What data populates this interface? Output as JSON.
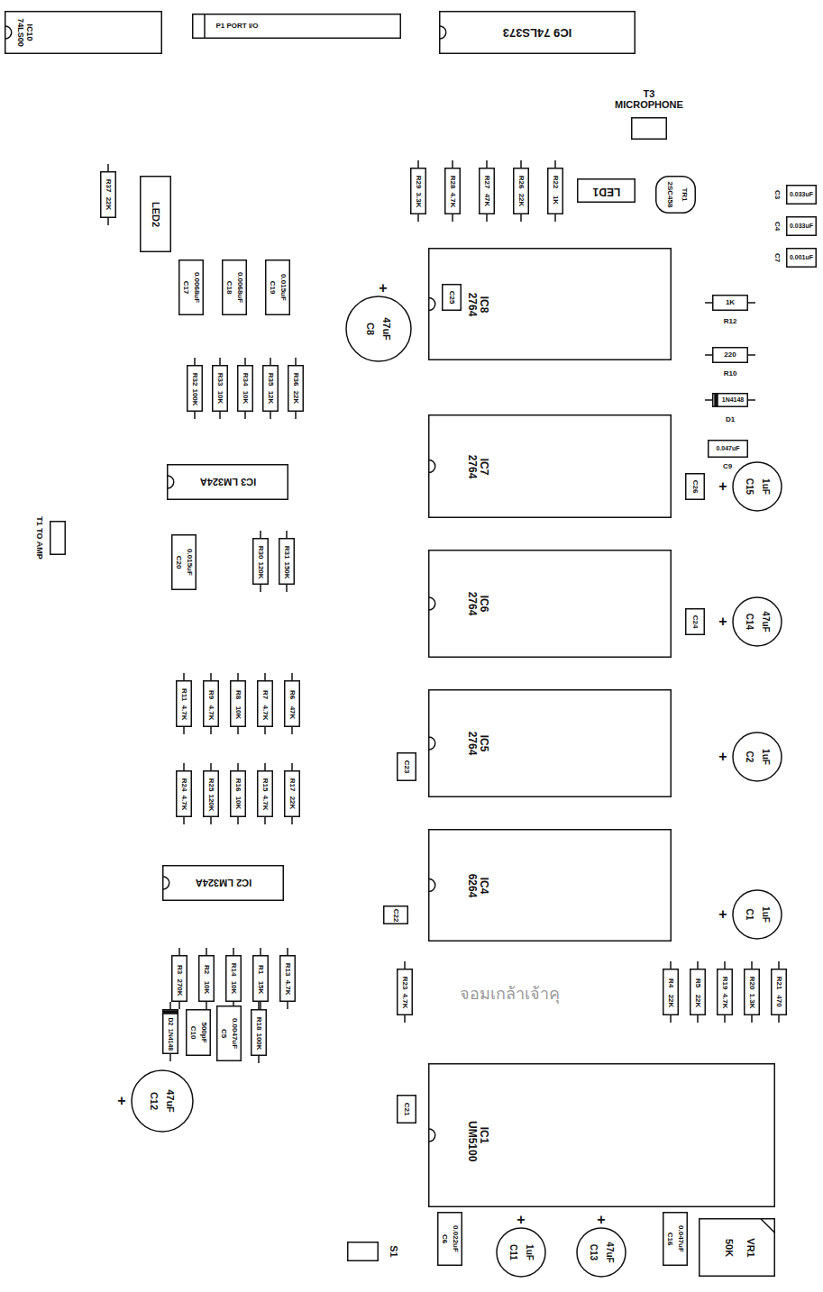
{
  "diagram": {
    "nodes": [
      {
        "text": [
          "IC10 74LS00"
        ]
      },
      {
        "text": [
          "P1 PORT I/O"
        ]
      },
      {
        "text": [
          "IC9 74LS373"
        ]
      },
      {
        "text": [
          "T3 MICROPHONE"
        ]
      },
      {
        "text": [
          "R29",
          "3.3K"
        ]
      },
      {
        "text": [
          "R28",
          "4.7K"
        ]
      },
      {
        "text": [
          "R27",
          "47K"
        ]
      },
      {
        "text": [
          "R26",
          "22K"
        ]
      },
      {
        "text": [
          "R22",
          "1K"
        ]
      },
      {
        "text": [
          "LED1"
        ]
      },
      {
        "text": [
          "2SC458",
          "TR1"
        ]
      },
      {
        "text": [
          "C3",
          "0.033uF"
        ]
      },
      {
        "text": [
          "C4",
          "0.033uF"
        ]
      },
      {
        "text": [
          "C7",
          "0.001uF"
        ]
      },
      {
        "text": [
          "R12",
          "1K"
        ]
      },
      {
        "text": [
          "R10",
          "220"
        ]
      },
      {
        "text": [
          "D1",
          "1N4148"
        ]
      },
      {
        "text": [
          "C9",
          "0.047uF"
        ]
      },
      {
        "text": [
          "LED2"
        ]
      },
      {
        "text": [
          "R37",
          "22K"
        ]
      },
      {
        "text": [
          "C17",
          "0.0068uF"
        ]
      },
      {
        "text": [
          "C18",
          "0.0068uF"
        ]
      },
      {
        "text": [
          "C19",
          "0.015uF"
        ]
      },
      {
        "text": [
          "R32",
          "100K"
        ]
      },
      {
        "text": [
          "R33",
          "10K"
        ]
      },
      {
        "text": [
          "R34",
          "10K"
        ]
      },
      {
        "text": [
          "R35",
          "12K"
        ]
      },
      {
        "text": [
          "R36",
          "22K"
        ]
      },
      {
        "text": [
          "IC3 LM324A"
        ]
      },
      {
        "text": [
          "C20",
          "0.015uF"
        ]
      },
      {
        "text": [
          "R30",
          "120K"
        ]
      },
      {
        "text": [
          "R31",
          "150K"
        ]
      },
      {
        "text": [
          "R11",
          "4.7K"
        ]
      },
      {
        "text": [
          "R9",
          "4.7K"
        ]
      },
      {
        "text": [
          "R8",
          "10K"
        ]
      },
      {
        "text": [
          "R7",
          "4.7K"
        ]
      },
      {
        "text": [
          "R6",
          "47K"
        ]
      },
      {
        "text": [
          "R24",
          "4.7K"
        ]
      },
      {
        "text": [
          "R25",
          "120K"
        ]
      },
      {
        "text": [
          "R16",
          "10K"
        ]
      },
      {
        "text": [
          "R15",
          "4.7K"
        ]
      },
      {
        "text": [
          "R17",
          "22K"
        ]
      },
      {
        "text": [
          "IC2 LM324A"
        ]
      },
      {
        "text": [
          "R3",
          "270K"
        ]
      },
      {
        "text": [
          "R2",
          "10K"
        ]
      },
      {
        "text": [
          "R14",
          "10K"
        ]
      },
      {
        "text": [
          "R1",
          "15K"
        ]
      },
      {
        "text": [
          "R13",
          "4.7K"
        ]
      },
      {
        "text": [
          "D2",
          "1N4148"
        ]
      },
      {
        "text": [
          "C10",
          "500pF"
        ]
      },
      {
        "text": [
          "C5",
          "0.0047uF"
        ]
      },
      {
        "text": [
          "R18",
          "100K"
        ]
      },
      {
        "text": [
          "C12",
          "47uF",
          "+"
        ]
      },
      {
        "text": [
          "T1 TO AMP"
        ]
      },
      {
        "text": [
          "IC8 2764"
        ]
      },
      {
        "text": [
          "C25"
        ],
        "in": 54
      },
      {
        "text": [
          "IC7 2764"
        ]
      },
      {
        "text": [
          "IC6 2764"
        ]
      },
      {
        "text": [
          "IC5 2764"
        ]
      },
      {
        "text": [
          "IC4 6264"
        ]
      },
      {
        "text": [
          "IC1 UM5100"
        ]
      },
      {
        "text": [
          "C21"
        ]
      },
      {
        "text": [
          "C26"
        ]
      },
      {
        "text": [
          "C24"
        ]
      },
      {
        "text": [
          "C23"
        ]
      },
      {
        "text": [
          "C22"
        ]
      },
      {
        "text": [
          "C8",
          "47uF",
          "+"
        ]
      },
      {
        "text": [
          "C15",
          "1uF",
          "+"
        ]
      },
      {
        "text": [
          "C14",
          "47uF",
          "+"
        ]
      },
      {
        "text": [
          "C2",
          "1uF",
          "+"
        ]
      },
      {
        "text": [
          "C1",
          "1uF",
          "+"
        ]
      },
      {
        "text": [
          "C11",
          "1uF",
          "+"
        ]
      },
      {
        "text": [
          "C13",
          "47uF",
          "+"
        ]
      },
      {
        "text": [
          "R23",
          "4.7K"
        ]
      },
      {
        "text": [
          "R4",
          "22K"
        ]
      },
      {
        "text": [
          "R5",
          "22K"
        ]
      },
      {
        "text": [
          "R19",
          "4.7K"
        ]
      },
      {
        "text": [
          "R20",
          "1.3K"
        ]
      },
      {
        "text": [
          "R21",
          "470"
        ]
      },
      {
        "text": [
          "C6",
          "0.022uF"
        ]
      },
      {
        "text": [
          "C16",
          "0.047uF"
        ]
      },
      {
        "text": [
          "VR1",
          "50K"
        ]
      },
      {
        "text": [
          "S1"
        ]
      }
    ],
    "labels": [
      "จอมเกล้าเจ้าคุ"
    ]
  }
}
